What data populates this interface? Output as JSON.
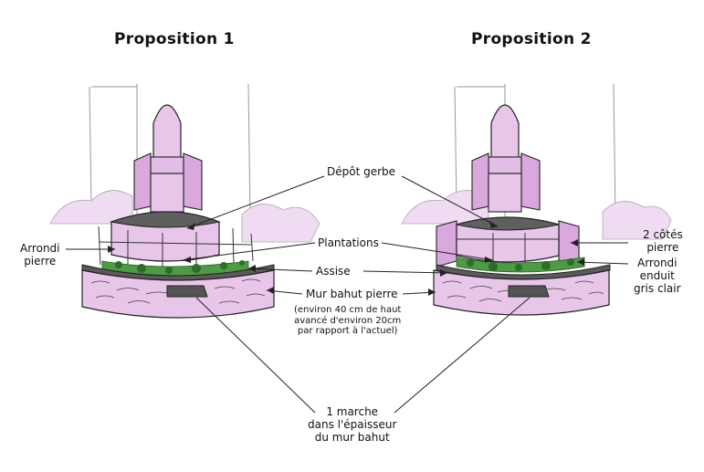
{
  "titles": {
    "left": "Proposition 1",
    "right": "Proposition 2"
  },
  "labels": {
    "depot": "Dépôt gerbe",
    "plantations": "Plantations",
    "assise": "Assise",
    "mur": "Mur bahut pierre",
    "arrondi_pierre": [
      "Arrondi",
      "pierre"
    ],
    "deux_cotes": [
      "2 côtés",
      "pierre"
    ],
    "arrondi_enduit": [
      "Arrondi",
      "enduit",
      "gris clair"
    ],
    "marche": [
      "1 marche",
      "dans l'épaisseur",
      "du mur bahut"
    ]
  },
  "note": [
    "(environ 40 cm de haut",
    "avancé d'environ 20cm",
    "par rapport à l'actuel)"
  ],
  "colors": {
    "stone_pink": "#e7c6ea",
    "stone_pink_dark": "#d9a8dd",
    "plant_green": "#3e8a3a",
    "seat_grey": "#6f6f6f",
    "line": "#222222"
  }
}
